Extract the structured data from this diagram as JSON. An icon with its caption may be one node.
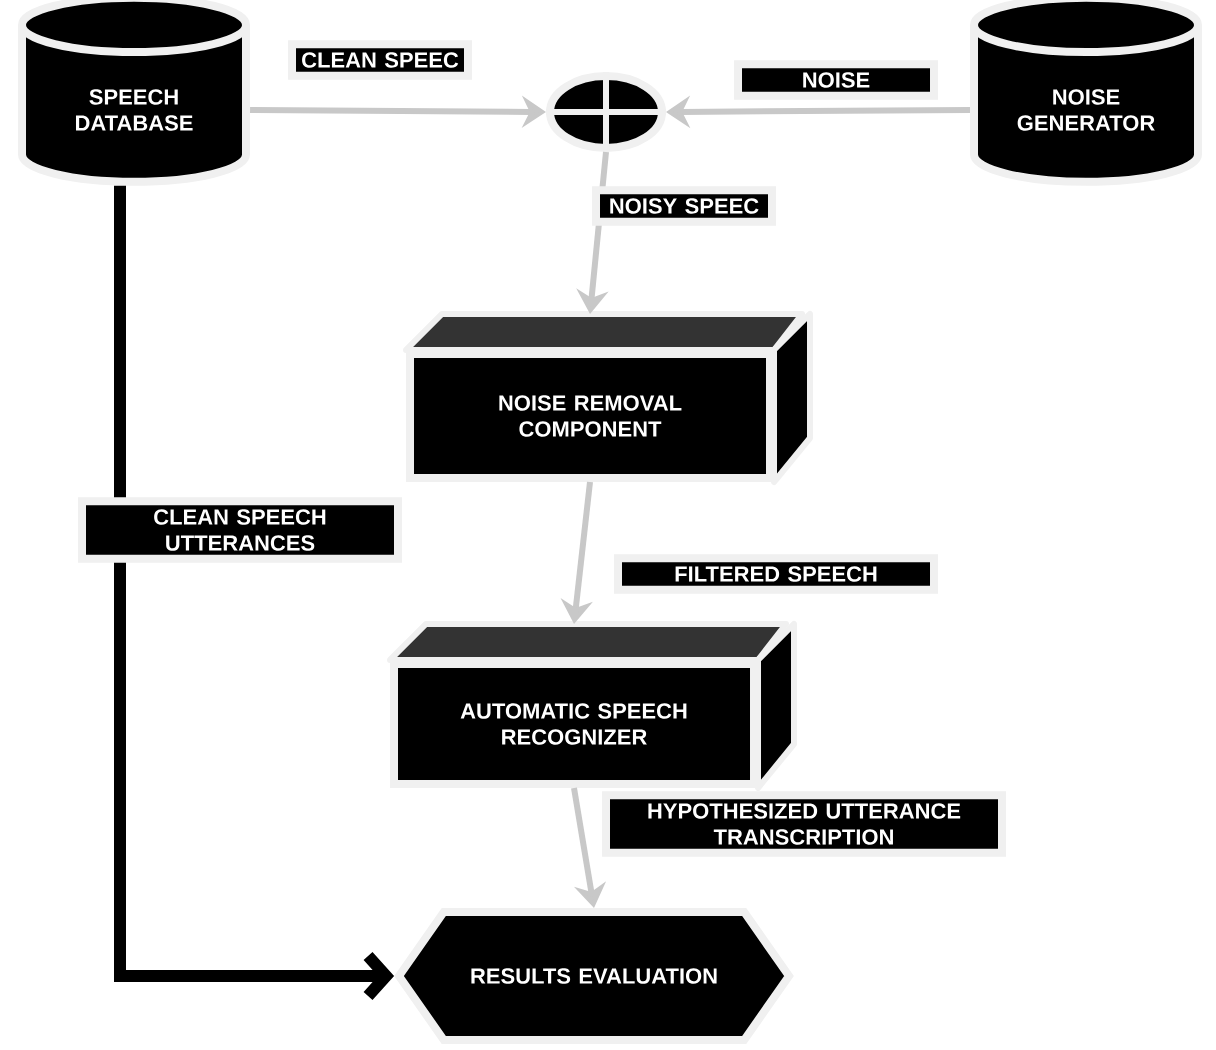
{
  "diagram": {
    "nodes": [
      {
        "text": [
          "SPEECH DATABASE"
        ]
      },
      {
        "text": [
          "NOISE GENERATOR"
        ]
      },
      {
        "text": [],
        "shape": "circle"
      },
      {
        "text": [
          "NOISE REMOVAL COMPONENT"
        ]
      },
      {
        "text": [
          "AUTOMATIC SPEECH RECOGNIZER"
        ]
      },
      {
        "text": [
          "RESULTS EVALUATION"
        ]
      }
    ],
    "edges": [
      {
        "from": 0,
        "to": 2,
        "arrow": "to",
        "label": "CLEAN SPEEC"
      },
      {
        "from": 1,
        "to": 2,
        "arrow": "to",
        "label": "NOISE"
      },
      {
        "from": 2,
        "to": 3,
        "arrow": "to",
        "label": "NOISY SPEEC"
      },
      {
        "from": 3,
        "to": 4,
        "arrow": "to",
        "label": "FILTERED SPEECH"
      },
      {
        "from": 4,
        "to": 5,
        "arrow": "to",
        "label": "HYPOTHESIZED UTTERANCE TRANSCRIPTION"
      },
      {
        "from": 0,
        "to": 5,
        "arrow": "to",
        "label": "CLEAN SPEECH UTTERANCES",
        "style": "thick",
        "color": "#000000"
      }
    ]
  }
}
